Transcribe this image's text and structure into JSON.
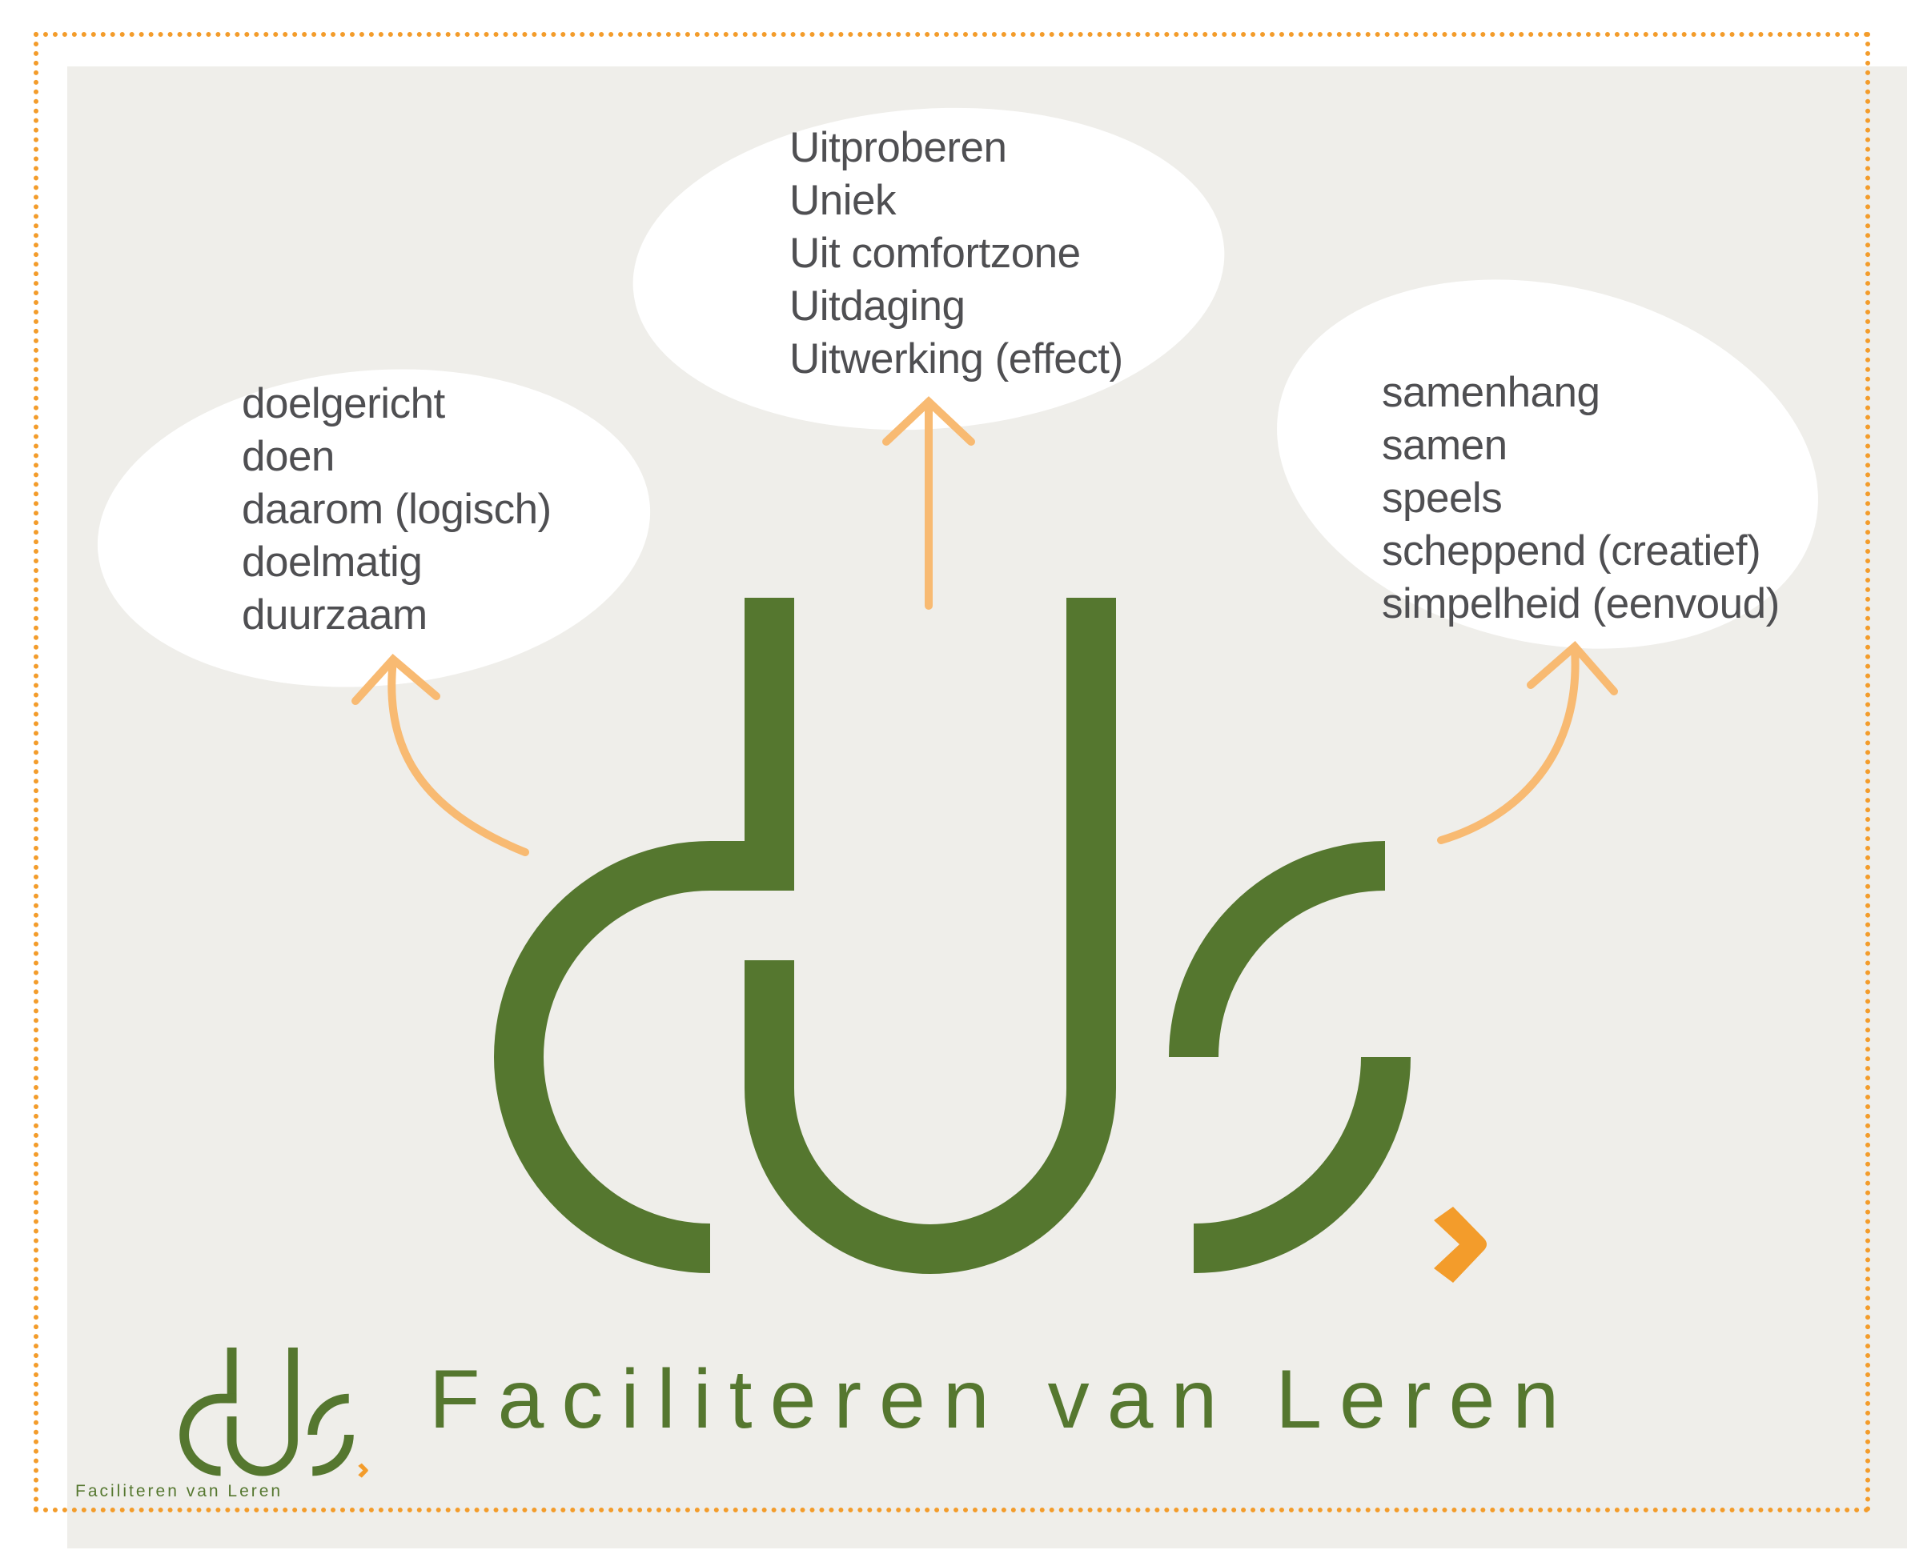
{
  "colors": {
    "brand_green": "#55772f",
    "accent_orange": "#f39c2b",
    "arrow_orange": "#f8ba72",
    "background": "#efeeea",
    "bubble": "#ffffff",
    "text": "#4f4f52"
  },
  "logo": {
    "wordmark": "dus",
    "tagline": "Faciliteren van Leren"
  },
  "small_logo": {
    "wordmark": "dus",
    "tagline": "Faciliteren van Leren"
  },
  "bubbles": {
    "d": {
      "letter": "d",
      "items": [
        "doelgericht",
        "doen",
        "daarom (logisch)",
        "doelmatig",
        "duurzaam"
      ]
    },
    "u": {
      "letter": "u",
      "items": [
        "Uitproberen",
        "Uniek",
        "Uit comfortzone",
        "Uitdaging",
        "Uitwerking (effect)"
      ]
    },
    "s": {
      "letter": "s",
      "items": [
        "samenhang",
        "samen",
        "speels",
        "scheppend (creatief)",
        "simpelheid (eenvoud)"
      ]
    }
  }
}
